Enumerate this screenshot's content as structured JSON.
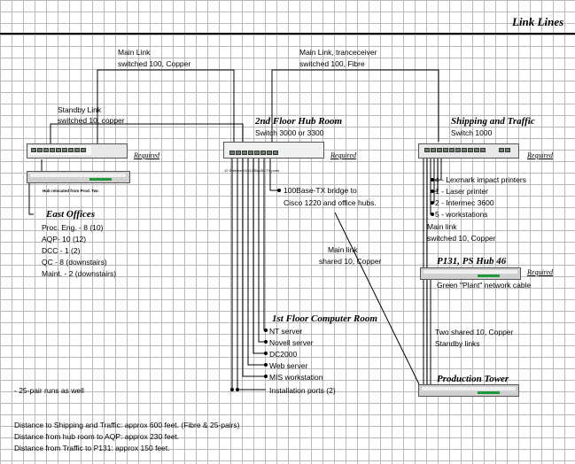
{
  "title": "Link Lines",
  "labels": {
    "main_link_1_line1": "Main Link",
    "main_link_1_line2": "switched 100, Copper",
    "main_link_2_line1": "Main Link, tranceceiver",
    "main_link_2_line2": "switched 100, Fibre",
    "standby_line1": "Standby Link",
    "standby_line2": "switched 10, copper",
    "hub_room_title": "2nd Floor Hub Room",
    "hub_room_switch": "Switch 3000 or 3300",
    "shipping_title": "Shipping and Traffic",
    "shipping_switch": "Switch 1000",
    "required": "Required",
    "hub_relocated": "Hub relocated from Prod. Twr.",
    "hub_port_caption": "12 Switched/10/100BASE-TX ports"
  },
  "east_offices": {
    "title": "East Offices",
    "items": [
      "Proc. Eng. - 8  (10)",
      "AQP- 10  (12)",
      "DCC - 1 (2)",
      "QC - 8 (downstairs)",
      "Maint. - 2 (downstairs)"
    ]
  },
  "bridge": {
    "line1": "100Base-TX bridge to",
    "line2": "Cisco 1220 and office hubs."
  },
  "main_link_shared": {
    "line1": "Main link",
    "line2": "shared 10, Copper"
  },
  "shipping_items": [
    "4 - Lexmark impact printers",
    "1 - Laser printer",
    "2 - Intermec 3600",
    "5 - workstations"
  ],
  "main_link_switched": {
    "line1": "Main link",
    "line2": "switched 10, Copper"
  },
  "p131": {
    "title": "P131, PS Hub 46",
    "cable": "Green \"Plant\" network cable"
  },
  "first_floor": {
    "title": "1st Floor Computer Room",
    "items": [
      "NT server",
      "Novell server",
      "DC2000",
      "Web server",
      "MIS workstation",
      "Installation ports (2)"
    ]
  },
  "two_shared": {
    "line1": "Two shared 10, Copper",
    "line2": "Standby links"
  },
  "production_tower": "Production Tower",
  "pair_runs": "- 25-pair runs as well",
  "distances": [
    "Distance to Shipping and Traffic:  approx 600 feet. (Fibre & 25-pairs)",
    "Distance from hub room to AQP: approx 230 feet.",
    "Distance from Traffic to P131: approx 150 feet."
  ]
}
